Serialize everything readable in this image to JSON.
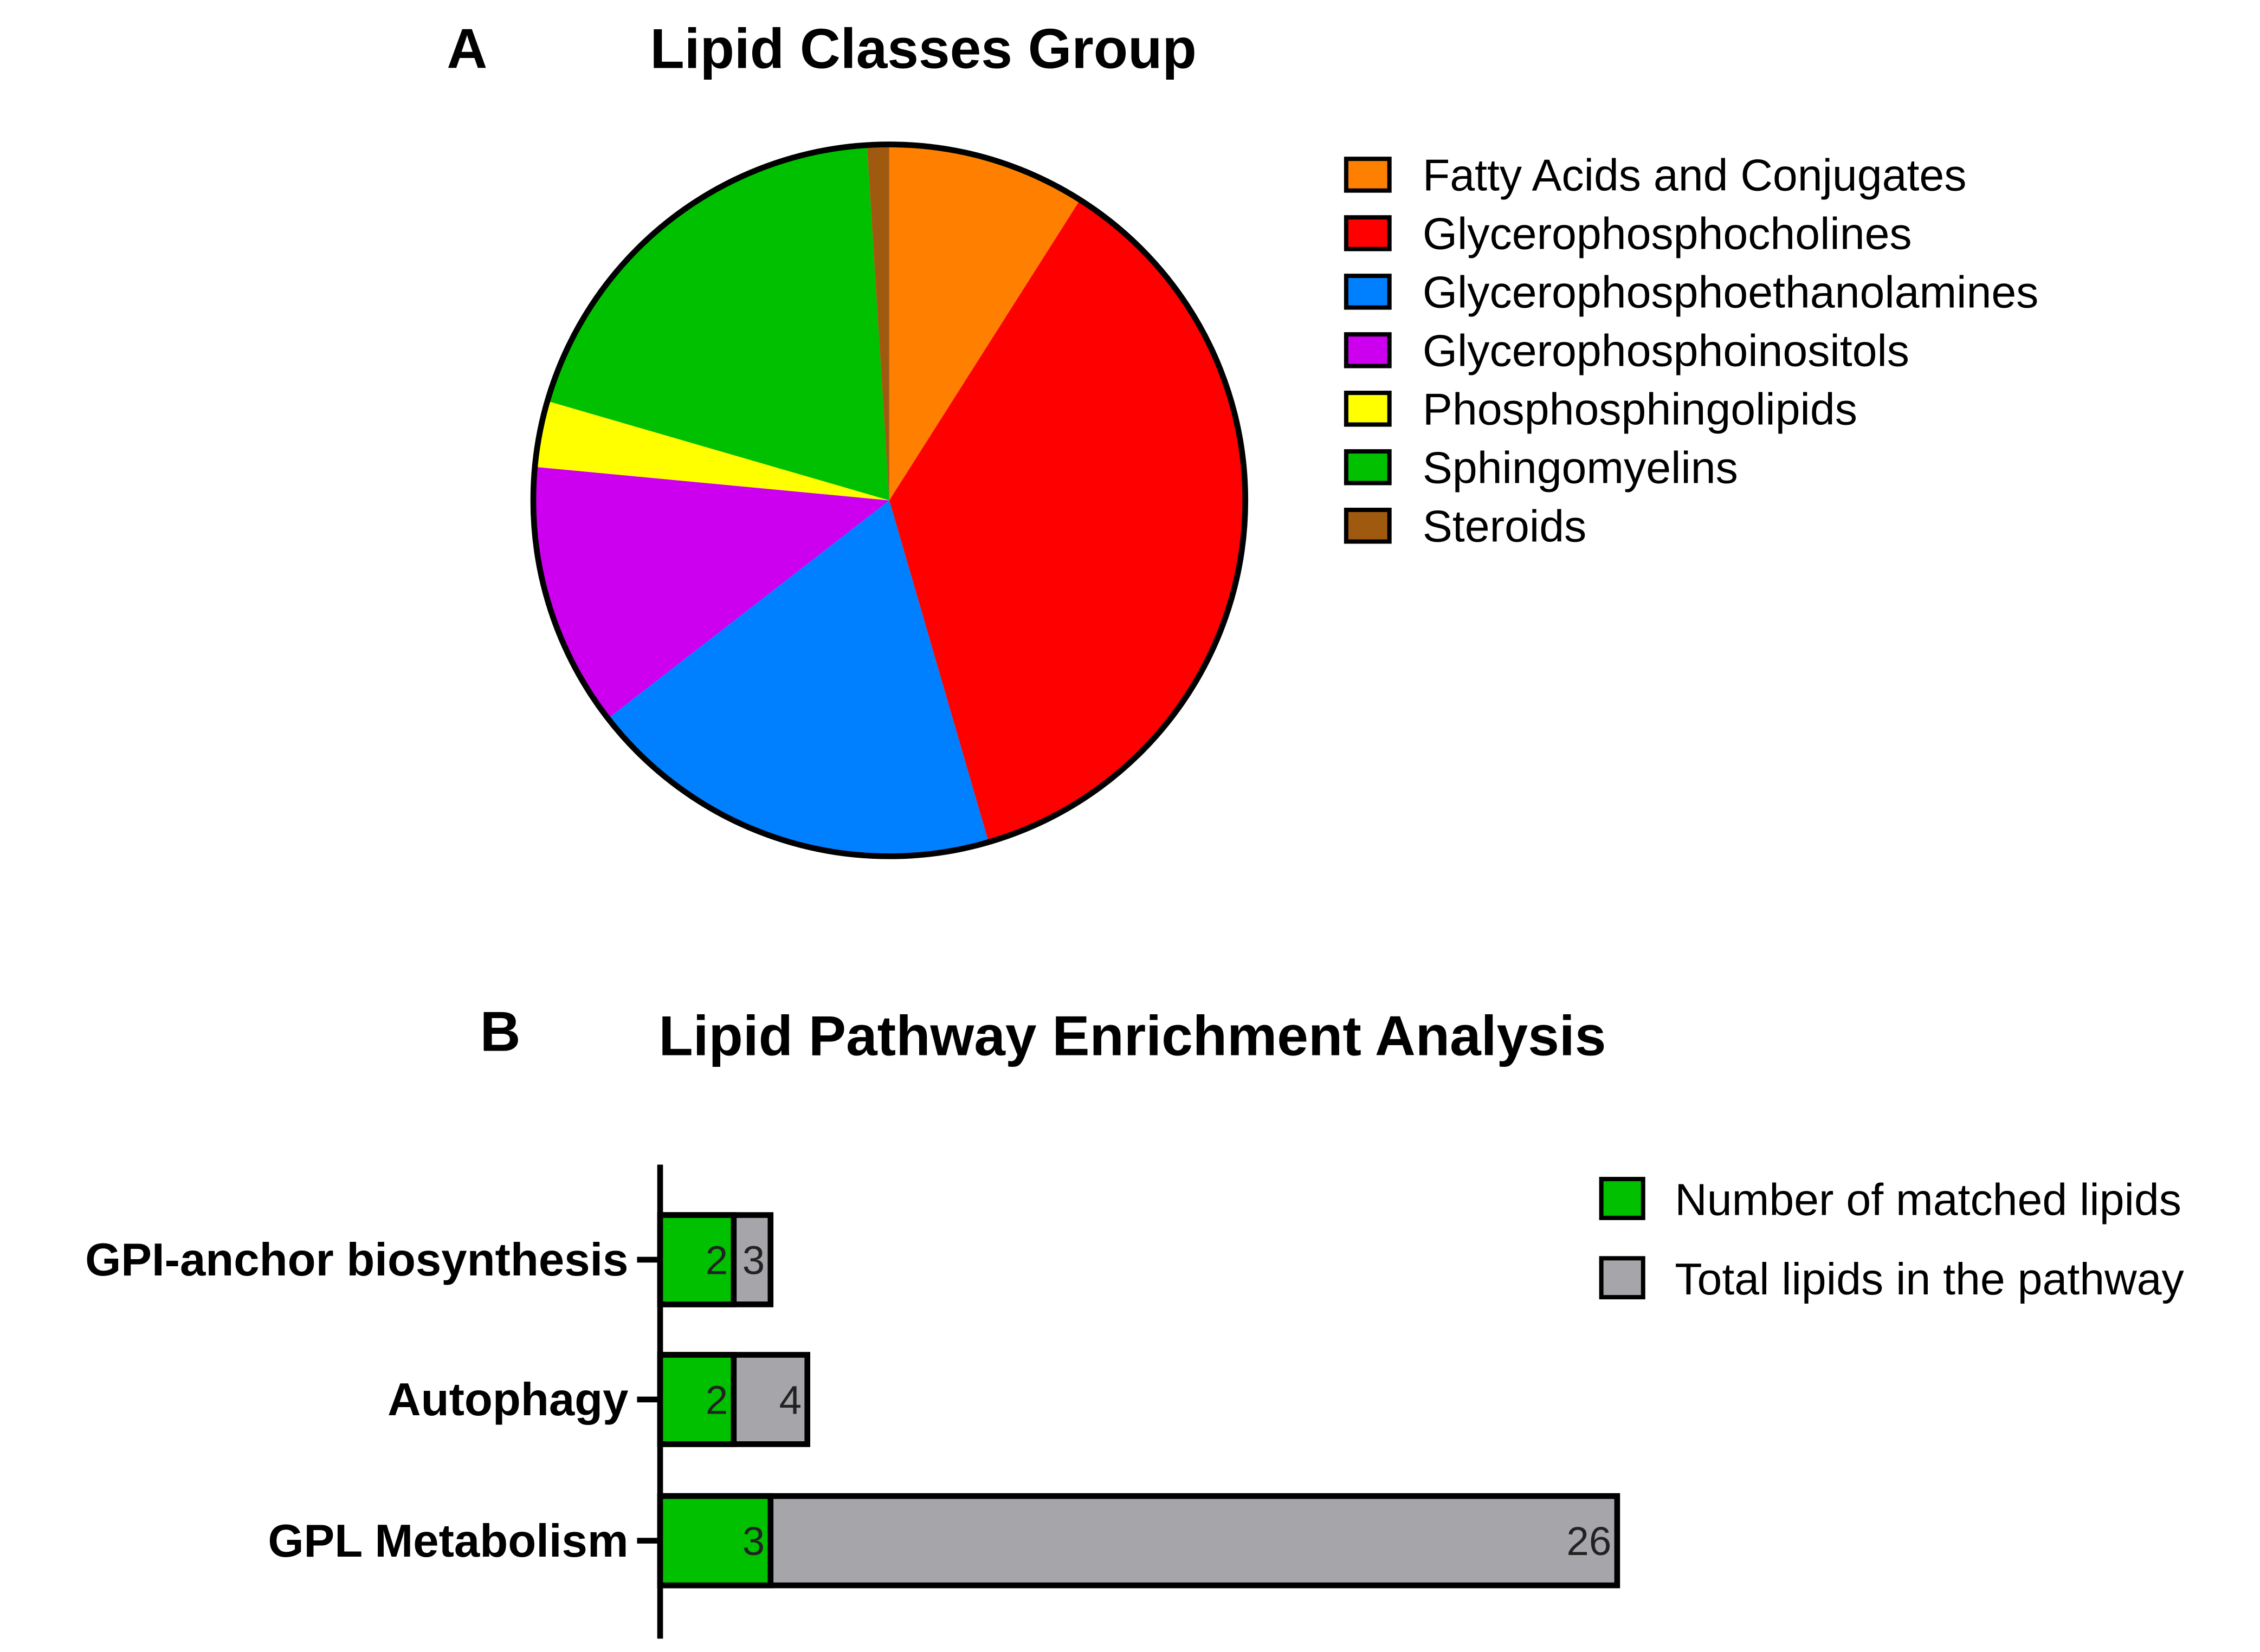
{
  "chart_data": [
    {
      "type": "pie",
      "panel_label": "A",
      "title": "Lipid Classes Group",
      "legend_position": "right",
      "slices": [
        {
          "name": "Fatty Acids and Conjugates",
          "value": 9,
          "color": "#FF8000"
        },
        {
          "name": "Glycerophosphocholines",
          "value": 36.5,
          "color": "#FF0000"
        },
        {
          "name": "Glycerophosphoethanolamines",
          "value": 19,
          "color": "#0080FF"
        },
        {
          "name": "Glycerophosphoinositols",
          "value": 12,
          "color": "#CC00EE"
        },
        {
          "name": "Phosphosphingolipids",
          "value": 3,
          "color": "#FFFF00"
        },
        {
          "name": "Sphingomyelins",
          "value": 19.5,
          "color": "#00C000"
        },
        {
          "name": "Steroids",
          "value": 1,
          "color": "#A05A10"
        }
      ]
    },
    {
      "type": "bar",
      "orientation": "horizontal",
      "overlay": true,
      "panel_label": "B",
      "title": "Lipid Pathway Enrichment Analysis",
      "legend_position": "top-right",
      "categories": [
        "GPI-anchor biosynthesis",
        "Autophagy",
        "GPL Metabolism"
      ],
      "series": [
        {
          "name": "Number of matched lipids",
          "values": [
            2,
            2,
            3
          ],
          "color": "#00C000"
        },
        {
          "name": "Total lipids in the pathway",
          "values": [
            3,
            4,
            26
          ],
          "color": "#A6A6AA"
        }
      ],
      "xlim": [
        0,
        26
      ],
      "grid": false
    }
  ]
}
